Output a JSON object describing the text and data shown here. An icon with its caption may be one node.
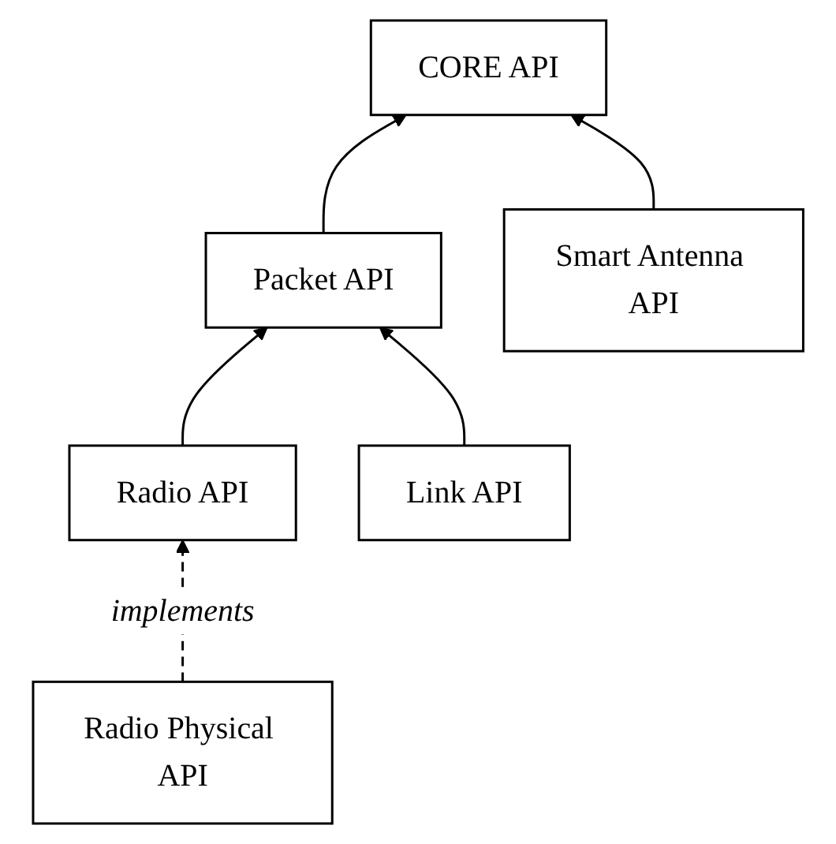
{
  "diagram": {
    "nodes": [
      {
        "text": [
          "CORE API"
        ]
      },
      {
        "text": [
          "Packet API"
        ]
      },
      {
        "text": [
          "Smart Antenna API"
        ]
      },
      {
        "text": [
          "Radio API"
        ]
      },
      {
        "text": [
          "Link API"
        ]
      },
      {
        "text": [
          "Radio Physical API"
        ]
      }
    ],
    "edges": [
      {
        "from": 1,
        "to": 0,
        "arrow": "to"
      },
      {
        "from": 2,
        "to": 0,
        "arrow": "to"
      },
      {
        "from": 3,
        "to": 1,
        "arrow": "to"
      },
      {
        "from": 4,
        "to": 1,
        "arrow": "to"
      },
      {
        "from": 5,
        "to": 3,
        "arrow": "to",
        "label": "implements",
        "style": "dashed"
      }
    ]
  }
}
